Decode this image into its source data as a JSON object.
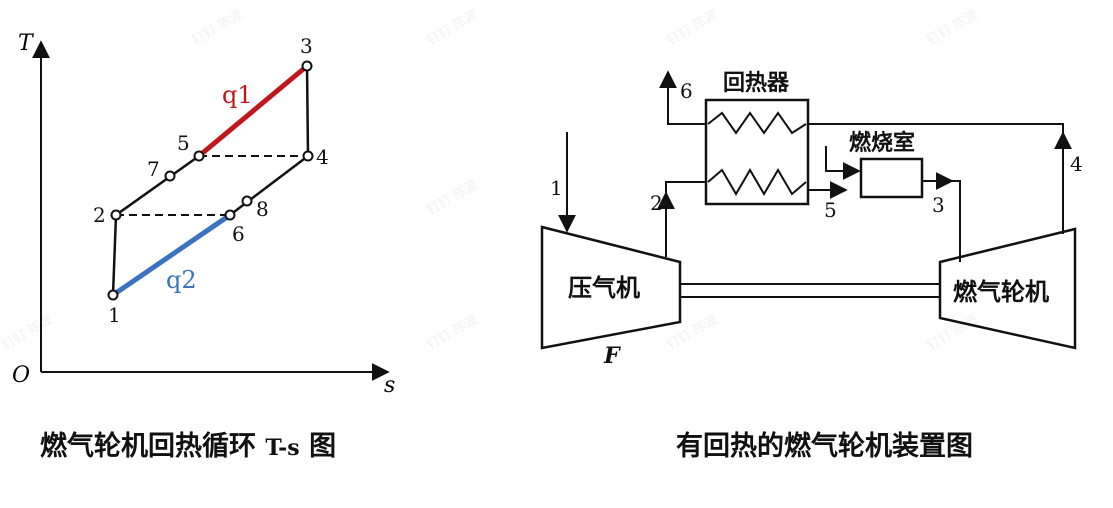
{
  "ts_diagram": {
    "axis_t": "T",
    "axis_s": "s",
    "origin": "O",
    "points": [
      "1",
      "2",
      "3",
      "4",
      "5",
      "6",
      "7",
      "8"
    ],
    "heat_in": "q1",
    "heat_out": "q2",
    "colors": {
      "heat_in": "#c0171c",
      "heat_out": "#3a74c0",
      "line": "#111111"
    }
  },
  "plant_diagram": {
    "regenerator": "回热器",
    "combustor": "燃烧室",
    "compressor": "压气机",
    "turbine": "燃气轮机",
    "shaft_label": "F",
    "streams": [
      "1",
      "2",
      "3",
      "4",
      "5",
      "6"
    ]
  },
  "watermark": "钉钉 陈波",
  "captions": {
    "left_main": "燃气轮机回热循环",
    "left_var": "T-s",
    "left_end": "图",
    "right": "有回热的燃气轮机装置图"
  }
}
